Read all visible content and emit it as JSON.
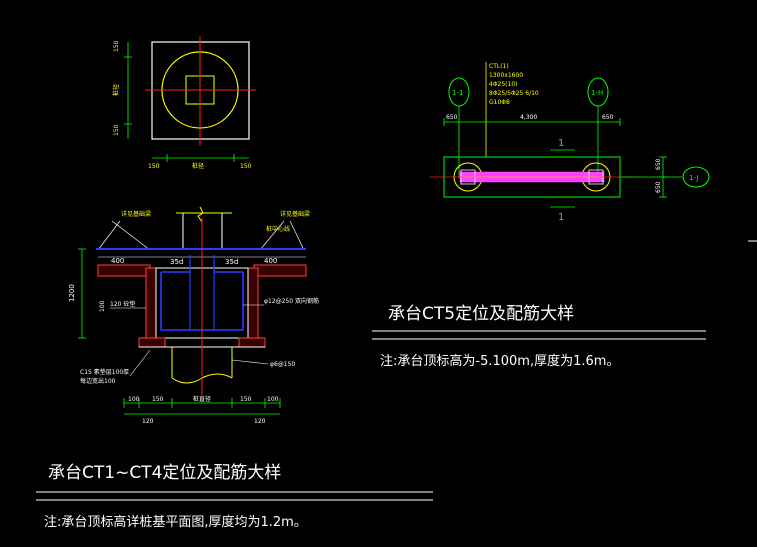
{
  "colors": {
    "background": "#000000",
    "outline": "#ffffff",
    "pile": "#ffff00",
    "center": "#ff2020",
    "rebar": "#2a3cff",
    "dim": "#00ff00",
    "hatch": "#ff4040",
    "title": "#ffffff",
    "magenta": "#ff40ff",
    "cyan": "#00c8ff"
  },
  "plan_view": {
    "dim_top": "150",
    "dim_bottom": "150",
    "side_label": "桩径",
    "dim_left": "150",
    "dim_right": "150",
    "bottom_label": "桩径"
  },
  "section_view": {
    "top_left_note": "详见基础梁",
    "top_right_note": "详见基础梁",
    "axis_note": "桩中心线",
    "dim_400_left": "400",
    "dim_35d_left": "35d",
    "dim_35d_right": "35d",
    "dim_400_right": "400",
    "height": "1200",
    "cover_note": "120 砼垫",
    "dim_100": "100",
    "rebar_note": "φ12@250 双向钢筋",
    "stirrup_note": "φ6@150",
    "cushion_note": "C15 素垫层100厚",
    "cushion_note2": "每边宽出100",
    "dims_bottom": [
      "100",
      "150",
      "桩直径",
      "150",
      "100"
    ],
    "dims_bottom2": [
      "120",
      "120"
    ]
  },
  "ct5_plan": {
    "tag_1_1": "1-1",
    "tag_1_h": "1-H",
    "tag_1_j": "1-J",
    "notes": [
      "CTL(1)",
      "1300x1600",
      "4Φ25(10)",
      "8Φ25/5Φ25 6/10",
      "G10Φ8"
    ],
    "dim_left": "650",
    "dim_mid": "4,300",
    "dim_right": "650",
    "dim_v1": "650",
    "dim_v2": "650",
    "section_mark": "1"
  },
  "titles": {
    "ct5_title": "承台CT5定位及配筋大样",
    "ct5_note": "注:承台顶标高为-5.100m,厚度为1.6m。",
    "ct14_title": "承台CT1~CT4定位及配筋大样",
    "ct14_note": "注:承台顶标高详桩基平面图,厚度均为1.2m。"
  }
}
